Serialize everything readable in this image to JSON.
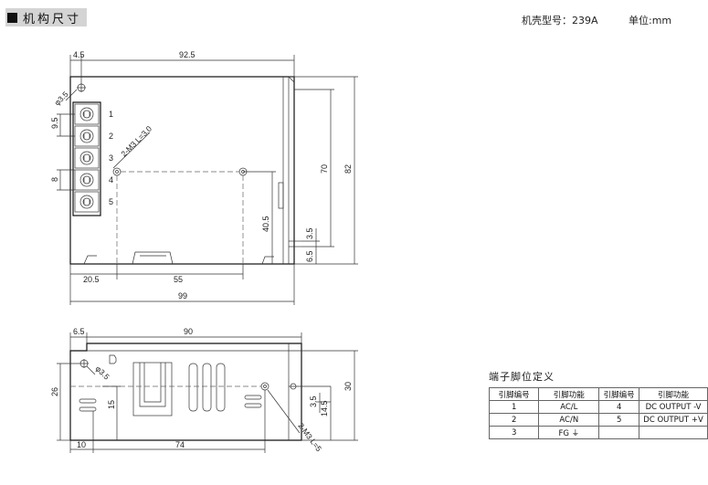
{
  "header": {
    "title": "机构尺寸"
  },
  "meta": {
    "model": "机壳型号：239A",
    "unit": "单位:mm"
  },
  "dims_top": {
    "d_4_5": "4.5",
    "d_92_5": "92.5",
    "d_phi_3_5": "φ3.5",
    "d_9_5": "9.5",
    "d_8": "8",
    "d_m3": "2-M3 L=3.0",
    "d_70": "70",
    "d_82": "82",
    "d_40_5": "40.5",
    "d_3_5": "3.5",
    "d_6_5": "6.5",
    "d_20_5": "20.5",
    "d_55": "55",
    "d_99": "99",
    "terminals": [
      "1",
      "2",
      "3",
      "4",
      "5"
    ]
  },
  "dims_bottom": {
    "d_6_5": "6.5",
    "d_90": "90",
    "d_26": "26",
    "d_phi_3_5": "φ3.5",
    "d_15": "15",
    "d_3_5": "3.5",
    "d_14_5": "14.5",
    "d_30": "30",
    "d_10": "10",
    "d_74": "74",
    "d_m3": "2-M3 L=5"
  },
  "pin_table": {
    "title": "端子脚位定义",
    "headers": [
      "引脚编号",
      "引脚功能",
      "引脚编号",
      "引脚功能"
    ],
    "rows": [
      [
        "1",
        "AC/L",
        "4",
        "DC OUTPUT -V"
      ],
      [
        "2",
        "AC/N",
        "5",
        "DC OUTPUT +V"
      ],
      [
        "3",
        "FG ⏚",
        "",
        ""
      ]
    ]
  }
}
